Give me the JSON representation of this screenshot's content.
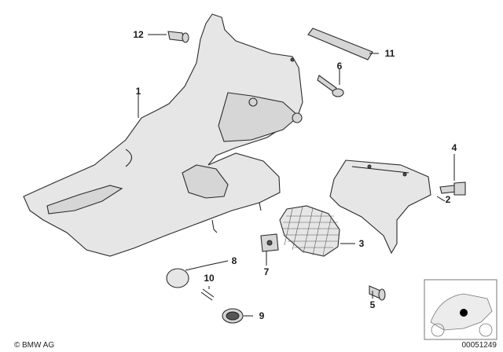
{
  "diagram": {
    "callouts": [
      {
        "id": "c1",
        "number": "1"
      },
      {
        "id": "c2",
        "number": "2"
      },
      {
        "id": "c3",
        "number": "3"
      },
      {
        "id": "c4",
        "number": "4"
      },
      {
        "id": "c5",
        "number": "5"
      },
      {
        "id": "c6",
        "number": "6"
      },
      {
        "id": "c7",
        "number": "7"
      },
      {
        "id": "c8",
        "number": "8"
      },
      {
        "id": "c9",
        "number": "9"
      },
      {
        "id": "c10",
        "number": "10"
      },
      {
        "id": "c11",
        "number": "11"
      },
      {
        "id": "c12",
        "number": "12"
      }
    ]
  },
  "footer": {
    "brand": "BMW AG",
    "diagram_number": "00051249"
  },
  "colors": {
    "part_fill": "#e6e6e6",
    "line": "#2b2b2b"
  }
}
